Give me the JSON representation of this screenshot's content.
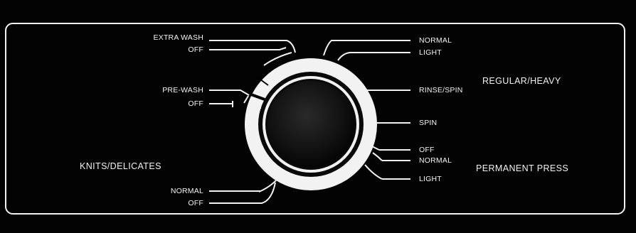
{
  "panel": {
    "colors": {
      "background": "#030303",
      "ink": "#f2f2f2",
      "knob": "#1a1a1a"
    },
    "left": {
      "extra_wash": "EXTRA WASH",
      "extra_wash_off": "OFF",
      "pre_wash": "PRE-WASH",
      "pre_wash_off": "OFF",
      "group_label": "KNITS/DELICATES",
      "normal": "NORMAL",
      "off": "OFF"
    },
    "right": {
      "normal": "NORMAL",
      "light": "LIGHT",
      "group_regular": "REGULAR/HEAVY",
      "rinse_spin": "RINSE/SPIN",
      "spin": "SPIN",
      "off": "OFF",
      "pp_normal": "NORMAL",
      "group_permanent": "PERMANENT PRESS",
      "pp_light": "LIGHT"
    }
  }
}
